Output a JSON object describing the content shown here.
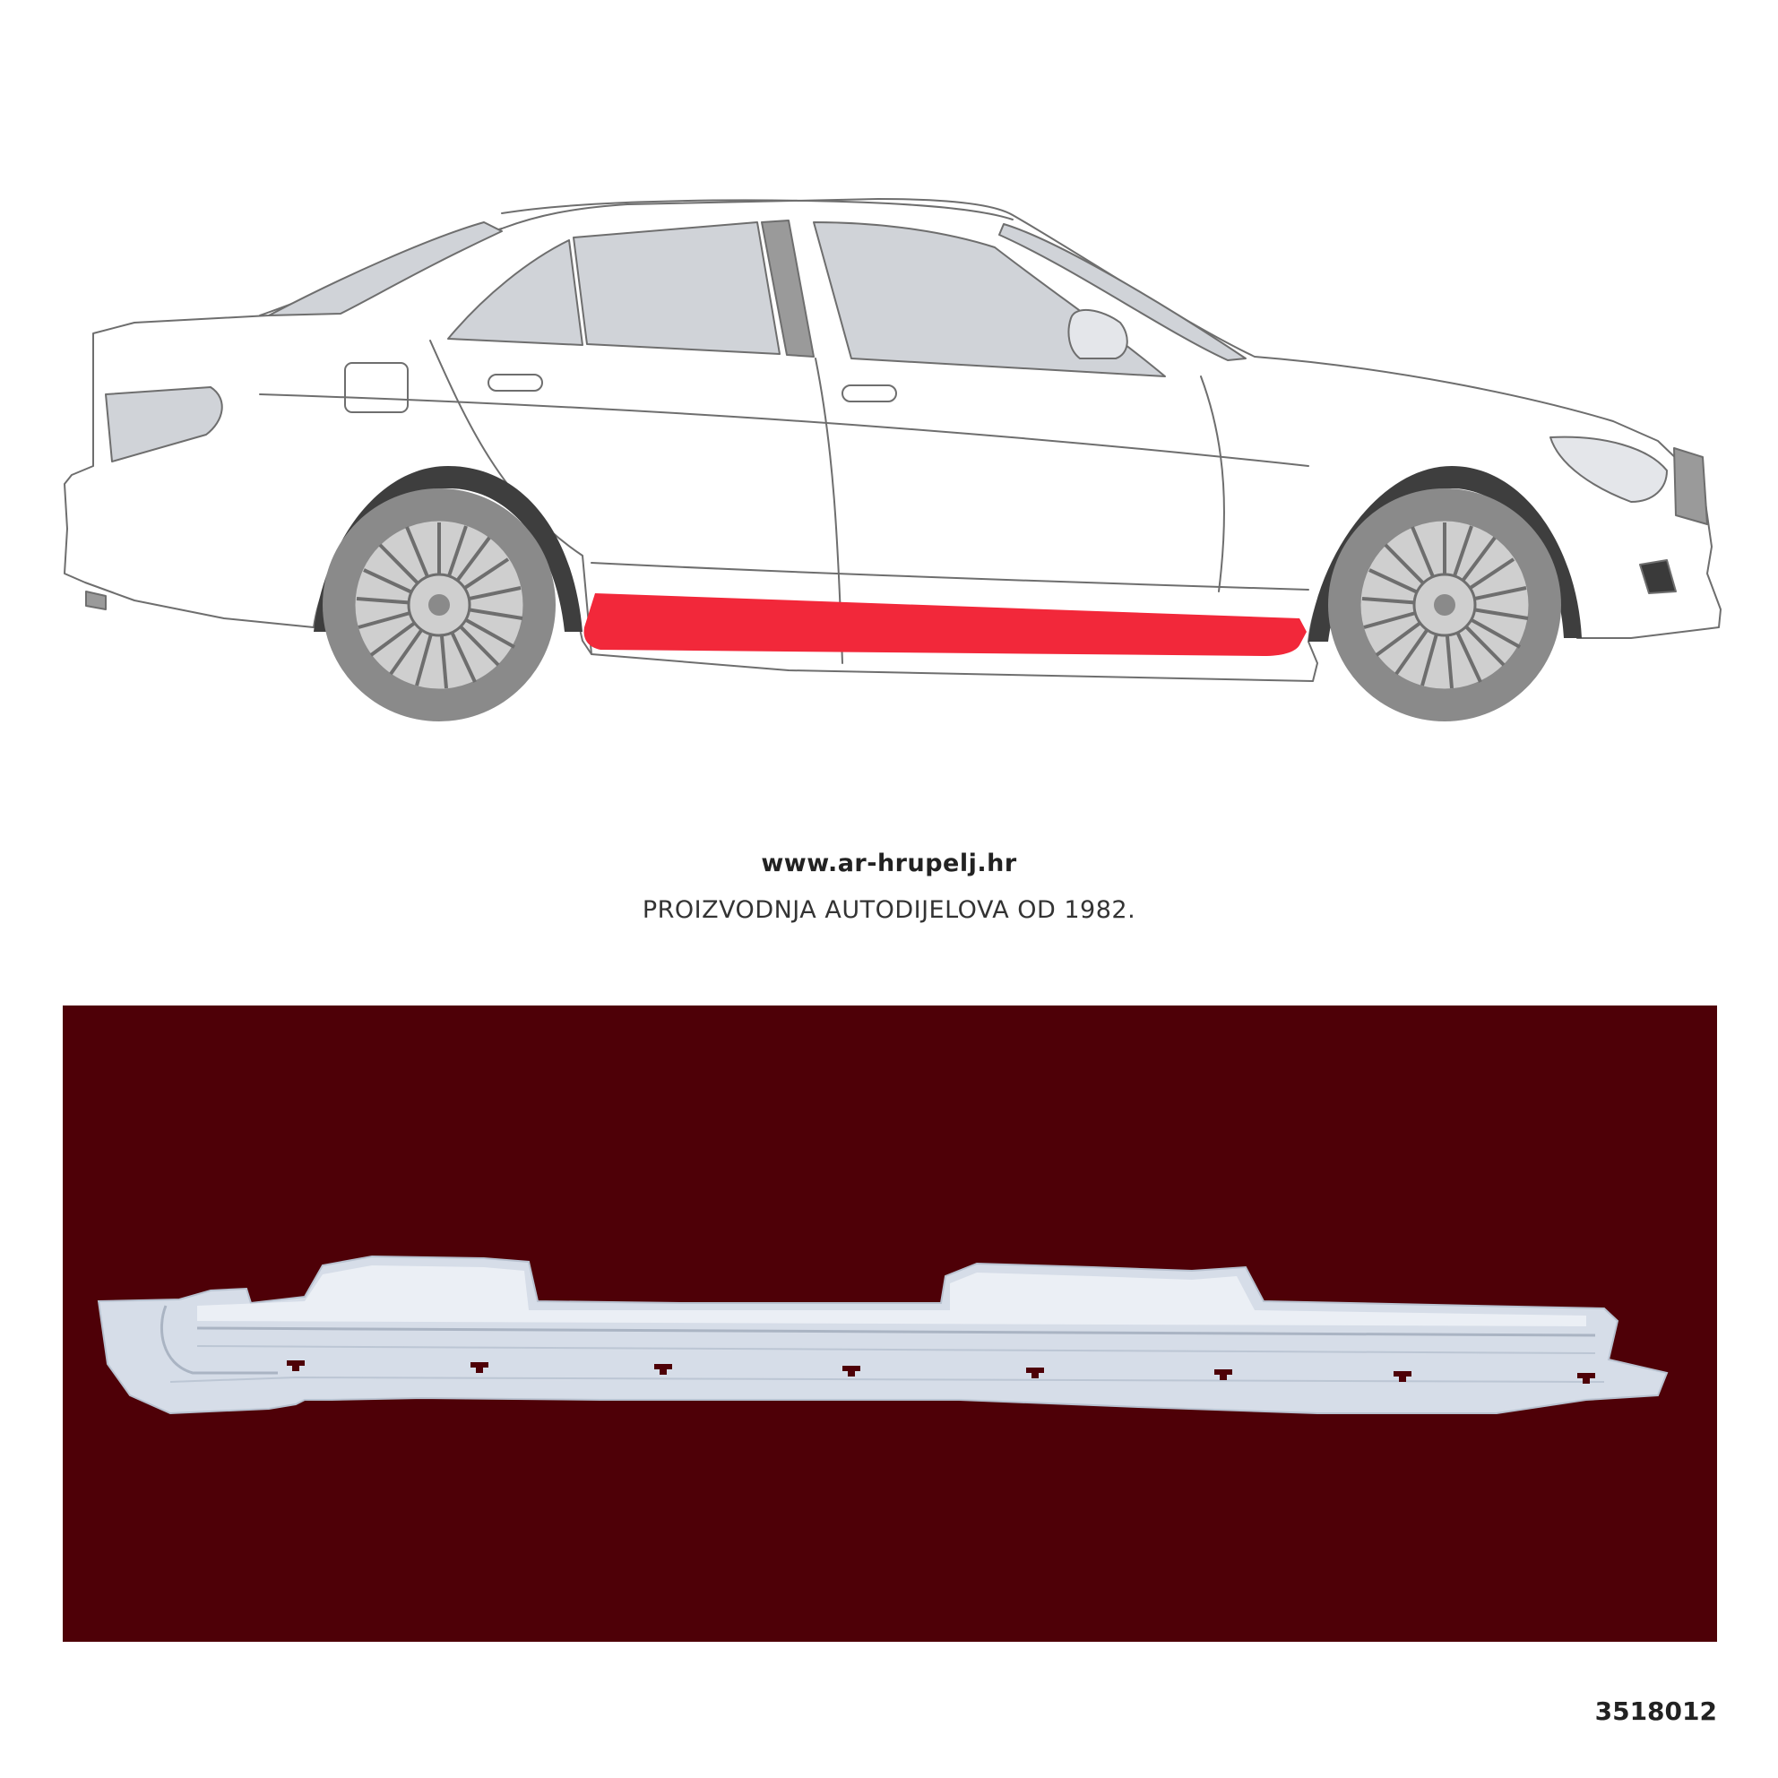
{
  "brand": {
    "website": "www.ar-hrupelj.hr",
    "tagline": "PROIZVODNJA AUTODIJELOVA OD 1982."
  },
  "product": {
    "part_number": "3518012"
  },
  "colors": {
    "highlight_part": "#f2283a",
    "photo_background": "#4e0007",
    "car_outline": "#6e6e6e",
    "glass": "#d0d3d8",
    "tire": "#8a8a8a",
    "rim": "#cfcfcf",
    "panel_metal": "#d6dde8",
    "text": "#222222"
  }
}
